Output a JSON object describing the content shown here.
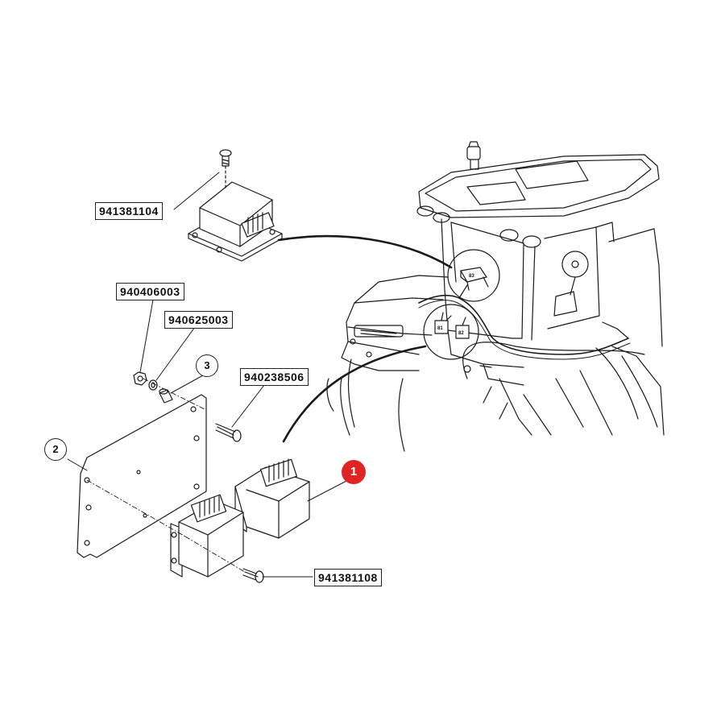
{
  "part_labels": [
    {
      "id": "p941381104",
      "text": "941381104"
    },
    {
      "id": "p940406003",
      "text": "940406003"
    },
    {
      "id": "p940625003",
      "text": "940625003"
    },
    {
      "id": "p940238506",
      "text": "940238506"
    },
    {
      "id": "p941381108",
      "text": "941381108"
    }
  ],
  "ref_circles": [
    {
      "id": "ref1",
      "text": "1",
      "highlight": "#e02424"
    },
    {
      "id": "ref2",
      "text": "2"
    },
    {
      "id": "ref3",
      "text": "3"
    }
  ],
  "connector_tags": {
    "top": "83",
    "left": "81",
    "right": "82"
  }
}
